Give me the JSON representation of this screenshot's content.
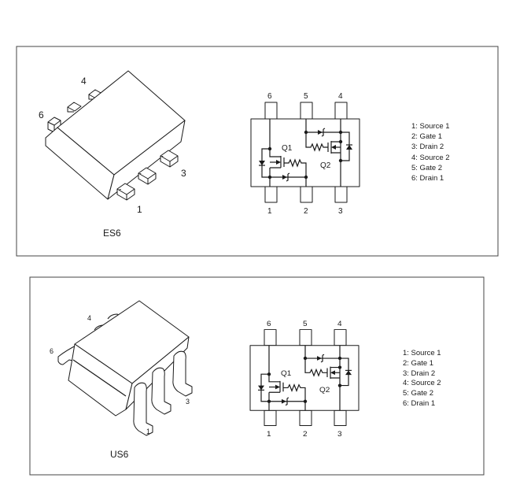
{
  "panels": [
    {
      "package_name": "ES6",
      "package_pin_labels": [
        "6",
        "4",
        "3",
        "1"
      ],
      "top_pins": [
        "6",
        "5",
        "4"
      ],
      "bottom_pins": [
        "1",
        "2",
        "3"
      ],
      "transistors": [
        "Q1",
        "Q2"
      ],
      "legend": [
        "1: Source 1",
        "2: Gate 1",
        "3: Drain 2",
        "4: Source 2",
        "5: Gate 2",
        "6: Drain 1"
      ]
    },
    {
      "package_name": "US6",
      "package_pin_labels": [
        "6",
        "4",
        "3",
        "1"
      ],
      "top_pins": [
        "6",
        "5",
        "4"
      ],
      "bottom_pins": [
        "1",
        "2",
        "3"
      ],
      "transistors": [
        "Q1",
        "Q2"
      ],
      "legend": [
        "1: Source 1",
        "2: Gate 1",
        "3: Drain 2",
        "4: Source 2",
        "5: Gate 2",
        "6: Drain 1"
      ]
    }
  ]
}
